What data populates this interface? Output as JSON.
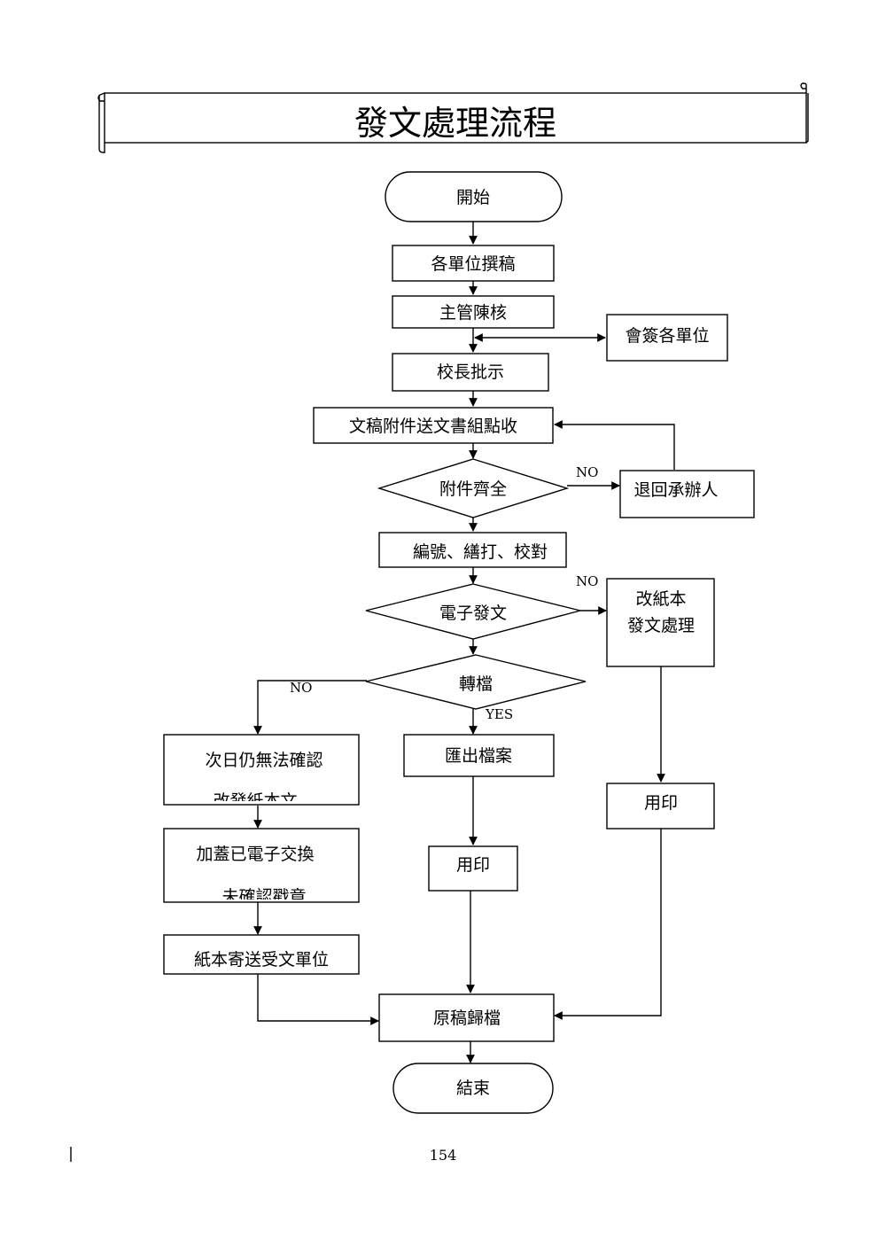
{
  "title": "發文處理流程",
  "nodes": {
    "start": "開始",
    "draft": "各單位撰稿",
    "review": "主管陳核",
    "cosign": "會簽各單位",
    "approve": "校長批示",
    "receive": "文稿附件送文書組點收",
    "check_attach": "附件齊全",
    "return": "退回承辦人",
    "number": "編號、繕打、校對",
    "edispatch": "電子發文",
    "paper1": "改紙本",
    "paper2": "發文處理",
    "transfer": "轉檔",
    "nextday": "次日仍無法確認",
    "nextday_clip": "改發紙本文",
    "stamp": "加蓋已電子交換",
    "stamp_clip": "未確認戳章",
    "mail": "紙本寄送受文單位",
    "export": "匯出檔案",
    "seal_mid": "用印",
    "seal_right": "用印",
    "archive": "原稿歸檔",
    "end": "結束"
  },
  "edge_labels": {
    "no_attach": "NO",
    "no_edispatch": "NO",
    "no_transfer": "NO",
    "yes_transfer": "YES"
  },
  "page_number": "154"
}
